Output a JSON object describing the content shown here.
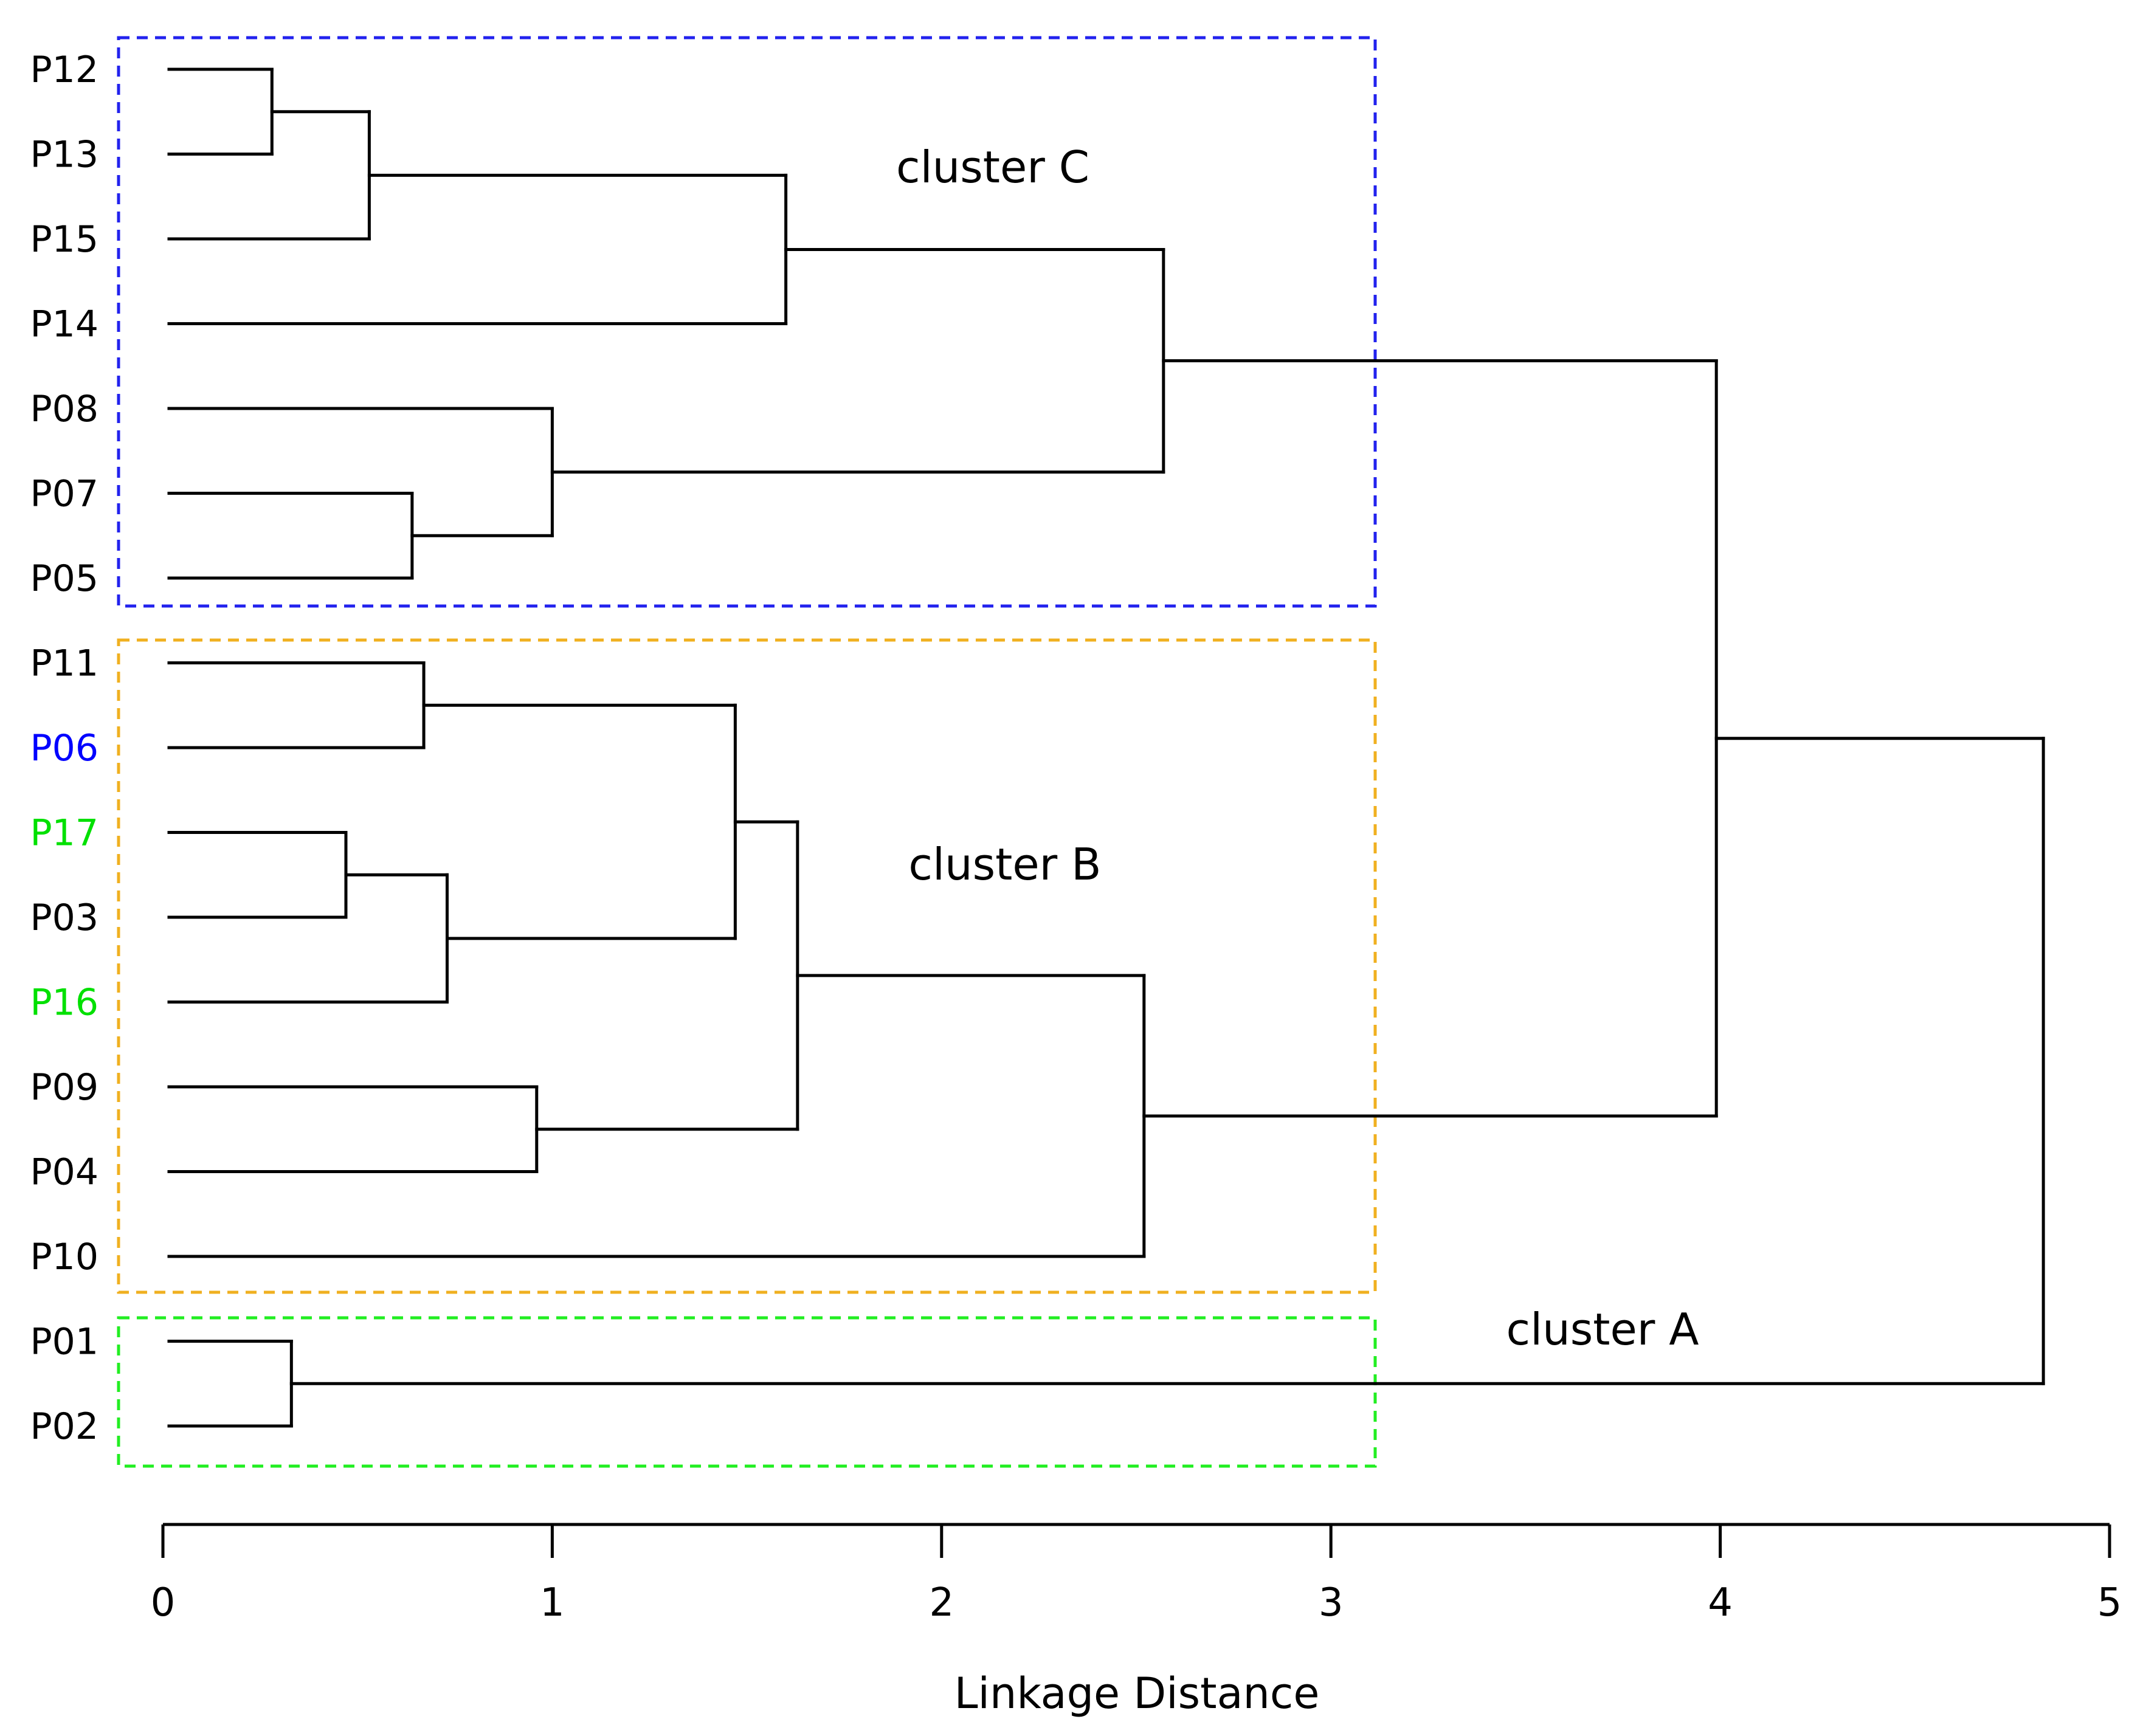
{
  "chart_data": {
    "type": "dendrogram",
    "xlabel": "Linkage Distance",
    "xlim": [
      0,
      5
    ],
    "x_ticks": [
      0,
      1,
      2,
      3,
      4,
      5
    ],
    "grid": false,
    "leaves": [
      {
        "label": "P12",
        "color": "#000000"
      },
      {
        "label": "P13",
        "color": "#000000"
      },
      {
        "label": "P15",
        "color": "#000000"
      },
      {
        "label": "P14",
        "color": "#000000"
      },
      {
        "label": "P08",
        "color": "#000000"
      },
      {
        "label": "P07",
        "color": "#000000"
      },
      {
        "label": "P05",
        "color": "#000000"
      },
      {
        "label": "P11",
        "color": "#000000"
      },
      {
        "label": "P06",
        "color": "#0000ff"
      },
      {
        "label": "P17",
        "color": "#00e000"
      },
      {
        "label": "P03",
        "color": "#000000"
      },
      {
        "label": "P16",
        "color": "#00e000"
      },
      {
        "label": "P09",
        "color": "#000000"
      },
      {
        "label": "P04",
        "color": "#000000"
      },
      {
        "label": "P10",
        "color": "#000000"
      },
      {
        "label": "P01",
        "color": "#000000"
      },
      {
        "label": "P02",
        "color": "#000000"
      }
    ],
    "merges": [
      {
        "id": "m1",
        "children": [
          "P12",
          "P13"
        ],
        "distance": 0.28
      },
      {
        "id": "m2",
        "children": [
          "m1",
          "P15"
        ],
        "distance": 0.53
      },
      {
        "id": "m3",
        "children": [
          "m2",
          "P14"
        ],
        "distance": 1.6
      },
      {
        "id": "m4",
        "children": [
          "P07",
          "P05"
        ],
        "distance": 0.64
      },
      {
        "id": "m5",
        "children": [
          "P08",
          "m4"
        ],
        "distance": 1.0
      },
      {
        "id": "m6",
        "children": [
          "m3",
          "m5"
        ],
        "distance": 2.57
      },
      {
        "id": "m7",
        "children": [
          "P11",
          "P06"
        ],
        "distance": 0.67
      },
      {
        "id": "m8",
        "children": [
          "P17",
          "P03"
        ],
        "distance": 0.47
      },
      {
        "id": "m9",
        "children": [
          "m8",
          "P16"
        ],
        "distance": 0.73
      },
      {
        "id": "m10",
        "children": [
          "m7",
          "m9"
        ],
        "distance": 1.47
      },
      {
        "id": "m11",
        "children": [
          "P09",
          "P04"
        ],
        "distance": 0.96
      },
      {
        "id": "m12",
        "children": [
          "m10",
          "m11"
        ],
        "distance": 1.63
      },
      {
        "id": "m13",
        "children": [
          "m12",
          "P10"
        ],
        "distance": 2.52
      },
      {
        "id": "m14",
        "children": [
          "m6",
          "m13"
        ],
        "distance": 3.99
      },
      {
        "id": "m15",
        "children": [
          "P01",
          "P02"
        ],
        "distance": 0.33
      },
      {
        "id": "m16",
        "children": [
          "m14",
          "m15"
        ],
        "distance": 4.83
      }
    ],
    "clusters": [
      {
        "label": "cluster C",
        "color": "#2222ee",
        "leaves": [
          "P12",
          "P13",
          "P15",
          "P14",
          "P08",
          "P07",
          "P05"
        ]
      },
      {
        "label": "cluster B",
        "color": "#f0b020",
        "leaves": [
          "P11",
          "P06",
          "P17",
          "P03",
          "P16",
          "P09",
          "P04",
          "P10"
        ]
      },
      {
        "label": "cluster A",
        "color": "#22ee22",
        "leaves": [
          "P01",
          "P02"
        ]
      }
    ]
  }
}
